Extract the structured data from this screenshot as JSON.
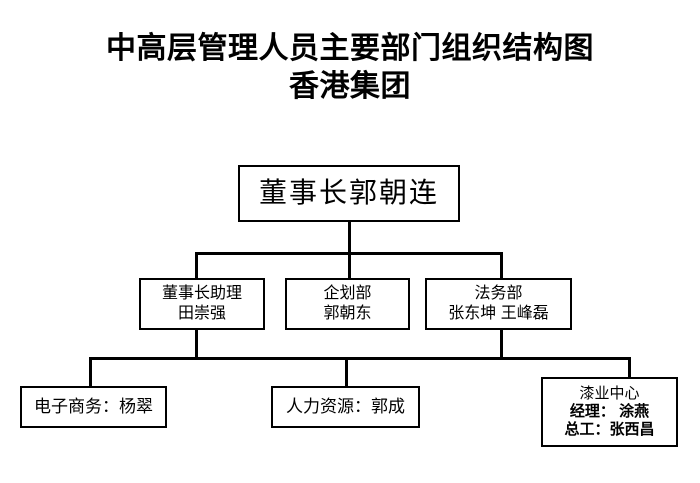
{
  "title": {
    "line1": "中高层管理人员主要部门组织结构图",
    "line2": "香港集团"
  },
  "chart_data": {
    "type": "diagram",
    "diagram_type": "organization-chart",
    "title": "中高层管理人员主要部门组织结构图 香港集团",
    "nodes": [
      {
        "id": "chairman",
        "level": 1,
        "lines": [
          "董事长郭朝连"
        ],
        "role": "董事长",
        "person": "郭朝连"
      },
      {
        "id": "assistant",
        "level": 2,
        "lines": [
          "董事长助理",
          "田崇强"
        ],
        "role": "董事长助理",
        "person": "田崇强"
      },
      {
        "id": "planning",
        "level": 2,
        "lines": [
          "企划部",
          "郭朝东"
        ],
        "role": "企划部",
        "person": "郭朝东"
      },
      {
        "id": "legal",
        "level": 2,
        "lines": [
          "法务部",
          "张东坤 王峰磊"
        ],
        "role": "法务部",
        "person": "张东坤 王峰磊"
      },
      {
        "id": "ecommerce",
        "level": 3,
        "lines": [
          "电子商务：杨翠"
        ],
        "role": "电子商务",
        "person": "杨翠"
      },
      {
        "id": "hr",
        "level": 3,
        "lines": [
          "人力资源：郭成"
        ],
        "role": "人力资源",
        "person": "郭成"
      },
      {
        "id": "paint",
        "level": 3,
        "lines": [
          "漆业中心",
          "经理： 涂燕",
          "总工：张西昌"
        ],
        "role": "漆业中心",
        "person": "涂燕 / 张西昌"
      }
    ],
    "edges": [
      {
        "from": "chairman",
        "to": "assistant"
      },
      {
        "from": "chairman",
        "to": "planning"
      },
      {
        "from": "chairman",
        "to": "legal"
      },
      {
        "from": "assistant",
        "to": "ecommerce"
      },
      {
        "from": "assistant",
        "to": "hr"
      },
      {
        "from": "legal",
        "to": "paint"
      }
    ],
    "colors": {
      "background": "#ffffff",
      "line": "#000000",
      "text": "#000000"
    }
  },
  "nodes": {
    "chairman": {
      "line1": "董事长郭朝连"
    },
    "assistant": {
      "line1": "董事长助理",
      "line2": "田崇强"
    },
    "planning": {
      "line1": "企划部",
      "line2": "郭朝东"
    },
    "legal": {
      "line1": "法务部",
      "line2": "张东坤 王峰磊"
    },
    "ecommerce": {
      "line1": "电子商务：杨翠"
    },
    "hr": {
      "line1": "人力资源：郭成"
    },
    "paint": {
      "line1": "漆业中心",
      "line2": "经理： 涂燕",
      "line3": "总工：张西昌"
    }
  }
}
